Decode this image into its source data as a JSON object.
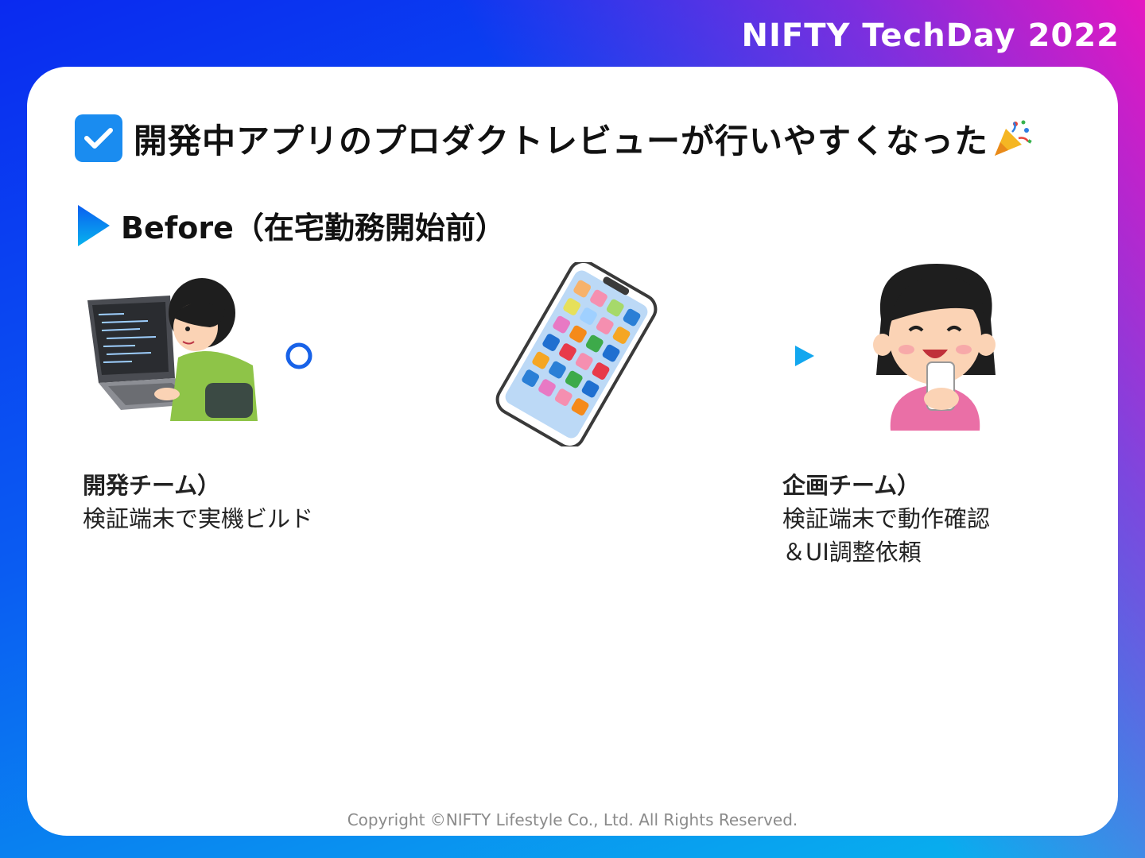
{
  "brand": "NIFTY TechDay 2022",
  "title": "開発中アプリのプロダクトレビューが行いやすくなった",
  "section": {
    "label": "Before（在宅勤務開始前）"
  },
  "dev": {
    "team": "開発チーム）",
    "line1": "検証端末で実機ビルド"
  },
  "plan": {
    "team": "企画チーム）",
    "line1": "検証端末で動作確認",
    "line2": "＆UI調整依頼"
  },
  "footer": "Copyright ©NIFTY Lifestyle Co., Ltd. All Rights Reserved.",
  "icons": {
    "title": "checkbox-checked-icon",
    "party": "party-popper-icon",
    "section": "play-triangle-icon"
  },
  "colors": {
    "accent": "#1a8cf0",
    "brand_text": "#ffffff"
  }
}
